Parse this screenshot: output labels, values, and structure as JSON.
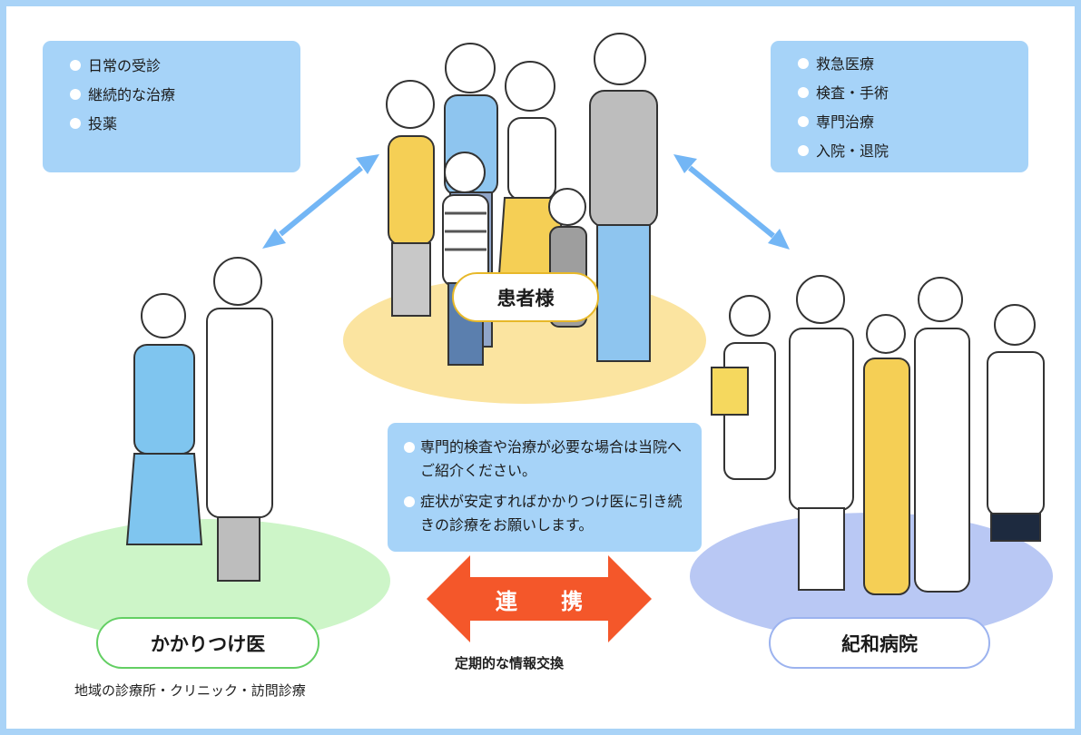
{
  "left_box": {
    "items": [
      "日常の受診",
      "継続的な治療",
      "投薬"
    ]
  },
  "right_box": {
    "items": [
      "救急医療",
      "検査・手術",
      "専門治療",
      "入院・退院"
    ]
  },
  "center_box": {
    "items": [
      "専門的検査や治療が必要な場合は当院へご紹介ください。",
      "症状が安定すればかかりつけ医に引き続きの診療をお願いします。"
    ]
  },
  "patient_label": "患者様",
  "doctor_label": "かかりつけ医",
  "doctor_caption": "地域の診療所・クリニック・訪問診療",
  "hospital_label": "紀和病院",
  "collab_label": "連 携",
  "exchange_caption": "定期的な情報交換",
  "colors": {
    "box_blue": "#a6d3f8",
    "arrow_blue": "#73b6f5",
    "collab_orange": "#f4572a",
    "patient_ellipse": "#fbe4a0",
    "doctor_ellipse": "#cdf5c8",
    "hospital_ellipse": "#b9c8f4"
  }
}
